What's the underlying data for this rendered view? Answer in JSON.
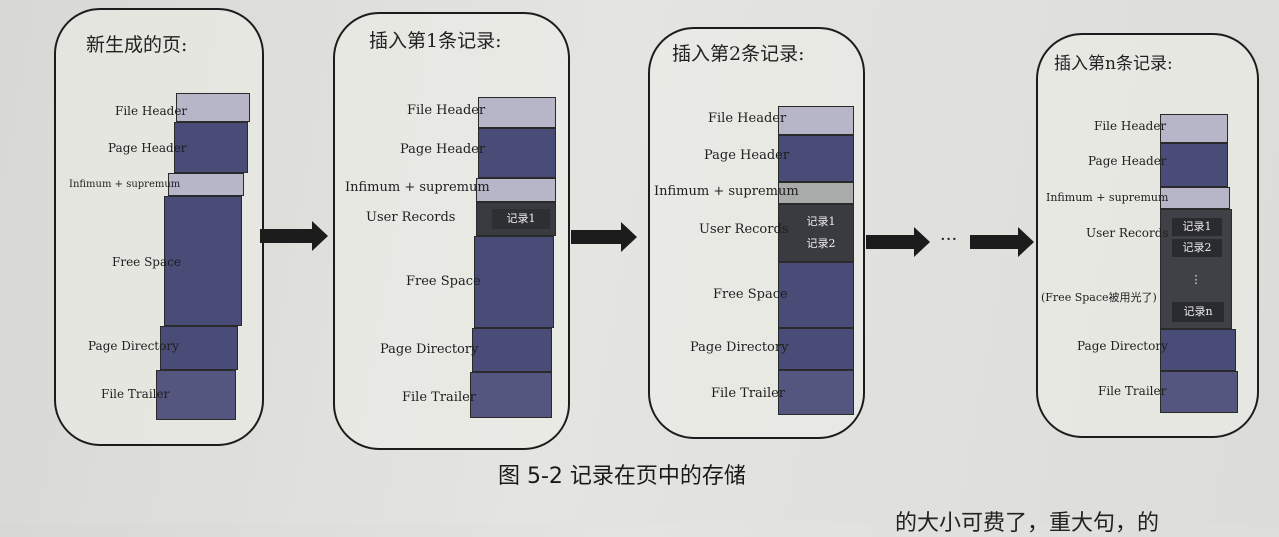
{
  "panels": [
    {
      "title": "新生成的页:"
    },
    {
      "title": "插入第1条记录:"
    },
    {
      "title": "插入第2条记录:"
    },
    {
      "title": "插入第n条记录:"
    }
  ],
  "labels": {
    "file_header": "File Header",
    "page_header": "Page Header",
    "infimum": "Infimum + supremum",
    "user_records": "User Records",
    "free_space": "Free Space",
    "free_space_used": "(Free Space被用光了)",
    "page_directory": "Page Directory",
    "file_trailer": "File Trailer"
  },
  "records": {
    "r1": "记录1",
    "r2": "记录2",
    "vdots": "⋮",
    "rn": "记录n"
  },
  "ellipsis": "···",
  "caption": "图 5-2   记录在页中的存储",
  "bottom_text": "的大小可费了，重大句，的"
}
